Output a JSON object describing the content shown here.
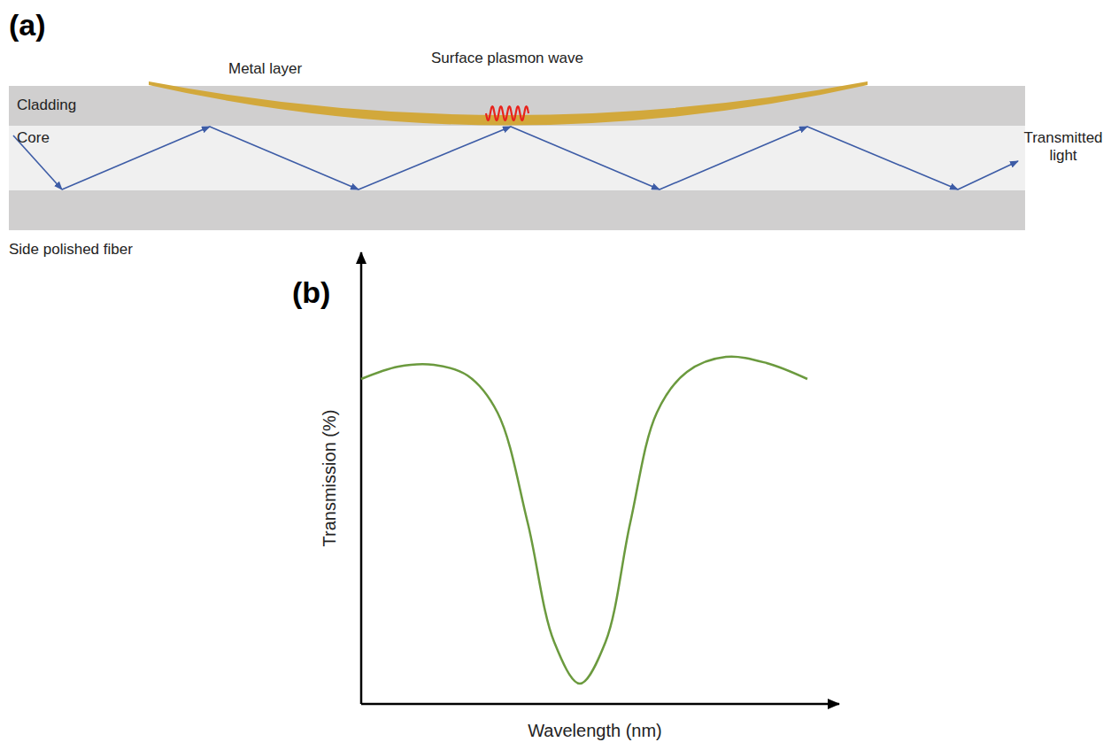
{
  "diagram": {
    "nodes": [
      {
        "text": [
          "Cladding"
        ]
      },
      {
        "text": [
          "Core"
        ]
      }
    ],
    "labels": [
      "(a)",
      "Metal layer",
      "Surface plasmon wave",
      "Transmitted light",
      "Side polished fiber",
      "(b)",
      "Transmission (%)",
      "Wavelength (nm)"
    ]
  }
}
